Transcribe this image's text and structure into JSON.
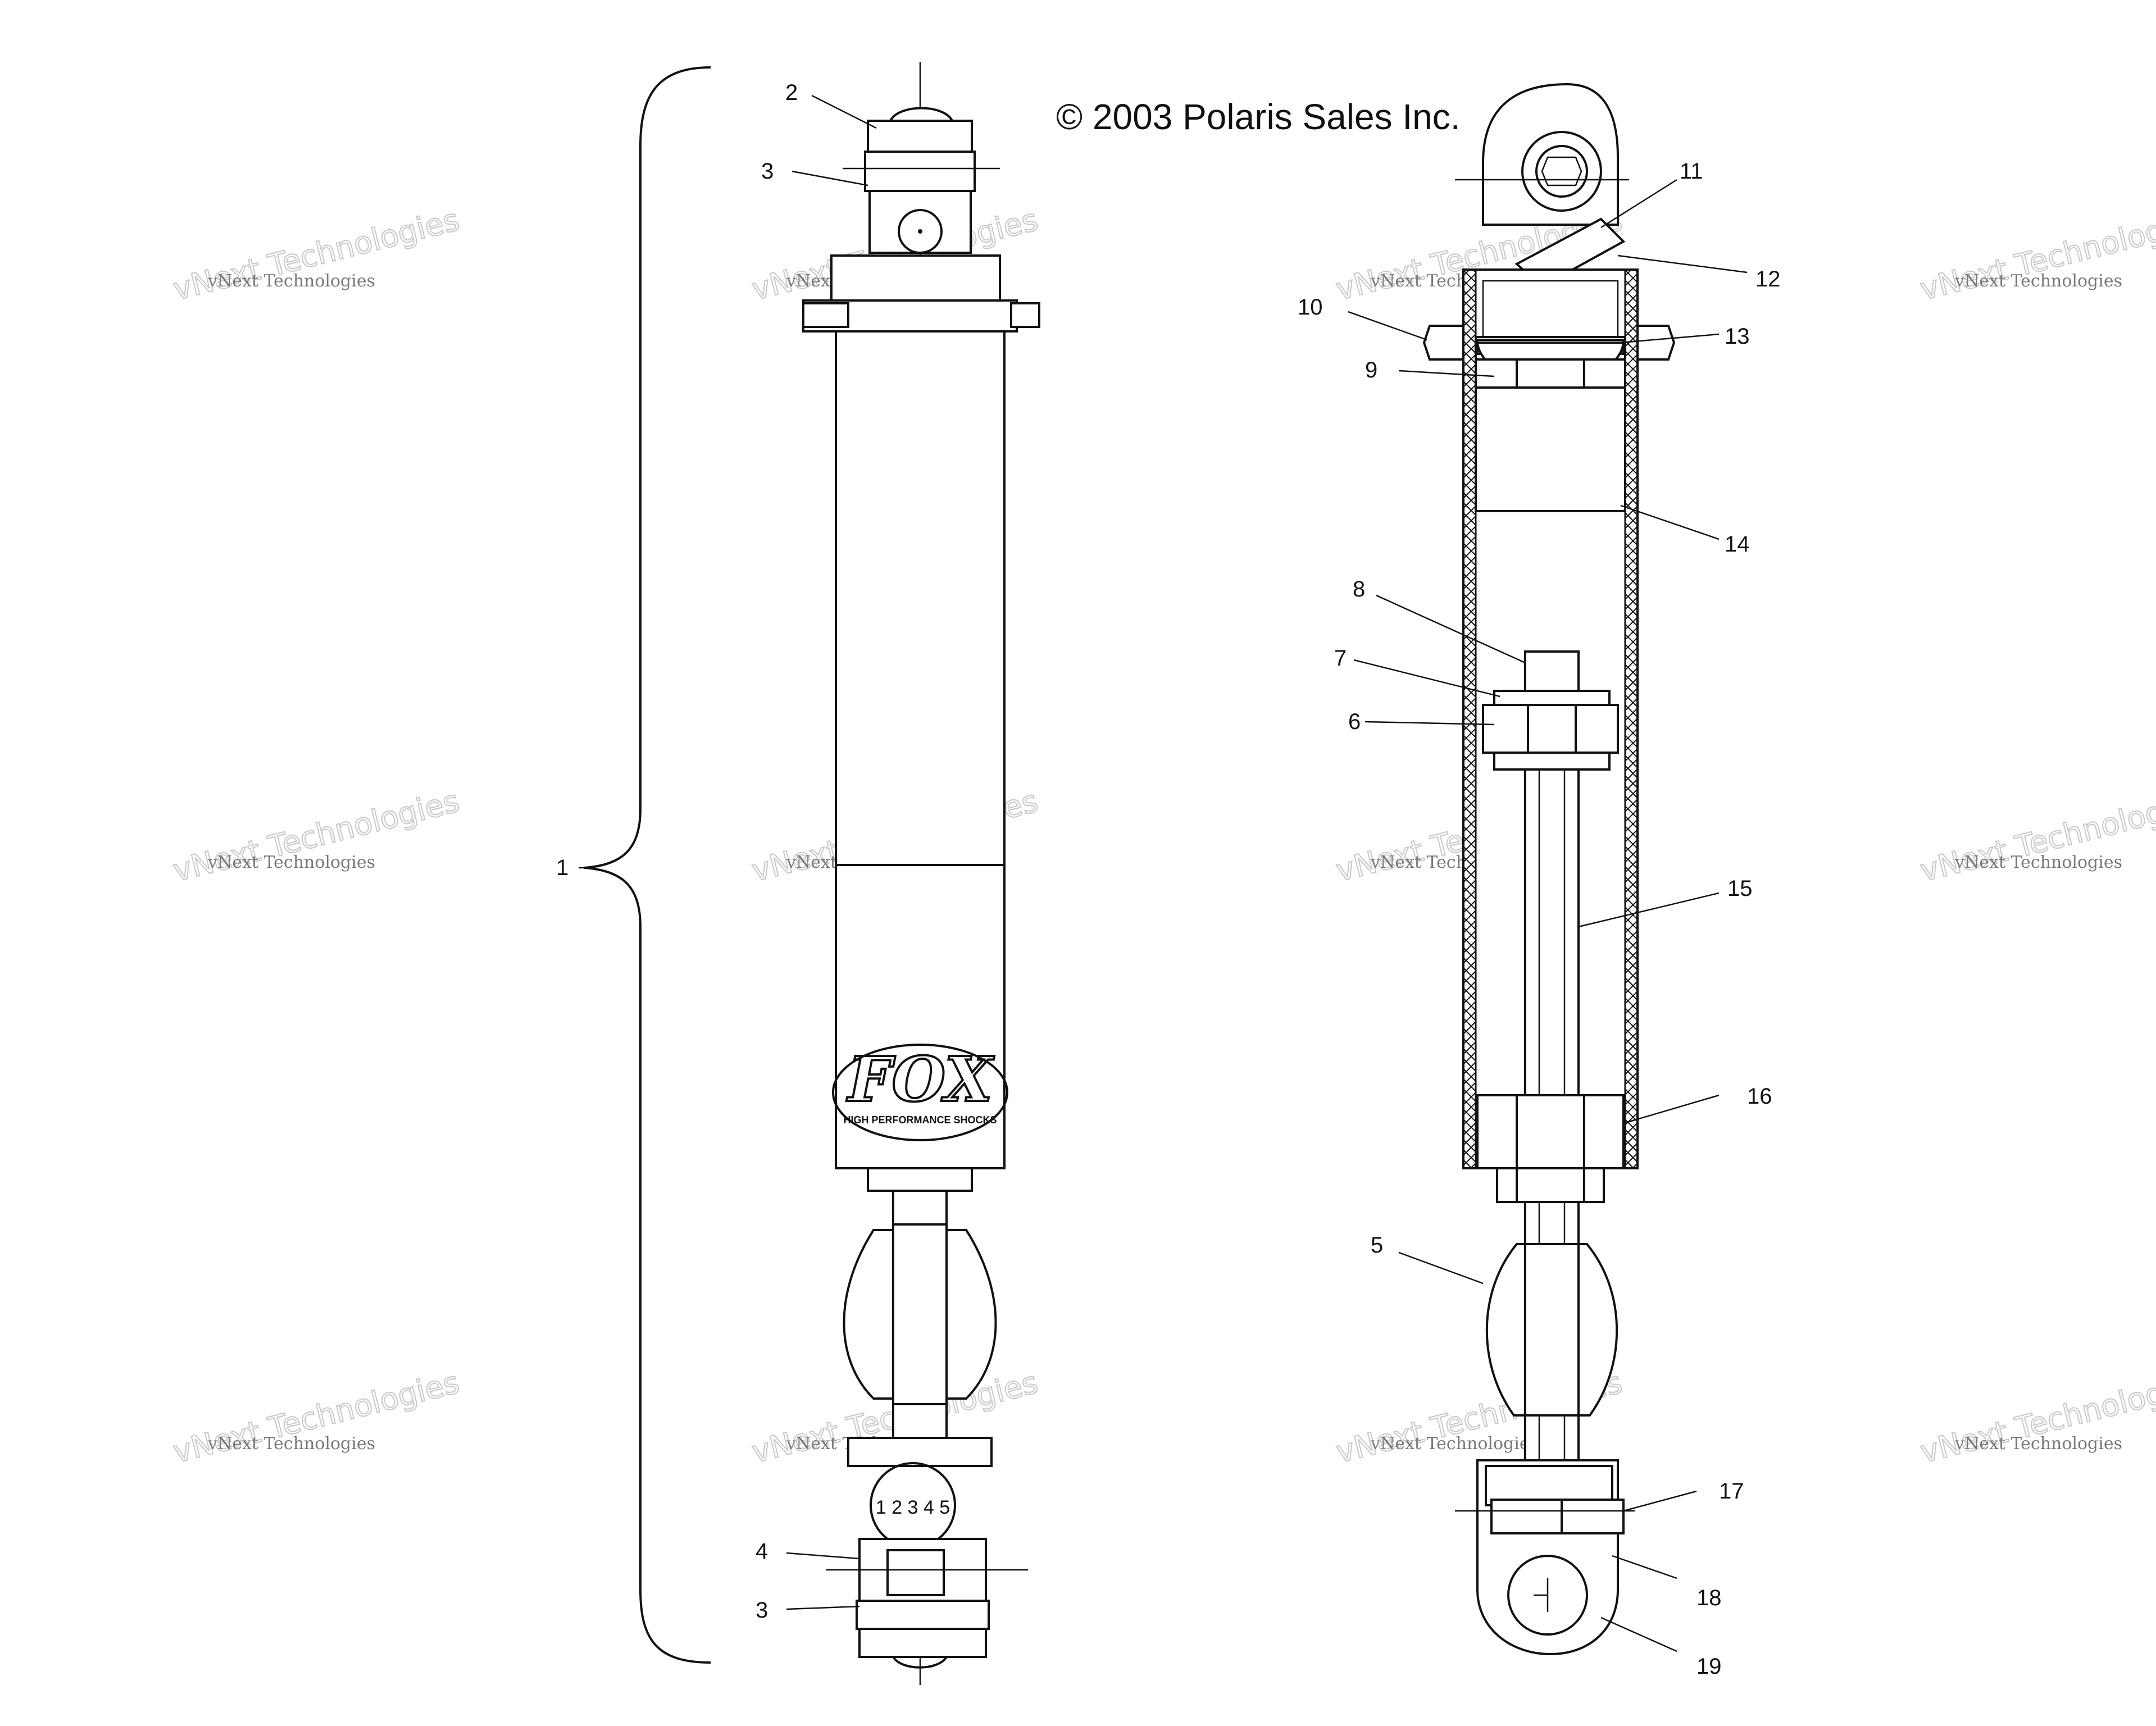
{
  "copyright": "© 2003 Polaris Sales Inc.",
  "logo_text": {
    "brand": "FOX",
    "tagline": "HIGH PERFORMANCE SHOCKS"
  },
  "adjuster_digits": "1 2 3 4 5",
  "callouts": {
    "c1": "1",
    "c2": "2",
    "c3a": "3",
    "c3b": "3",
    "c4": "4",
    "c5": "5",
    "c6": "6",
    "c7": "7",
    "c8": "8",
    "c9": "9",
    "c10": "10",
    "c11": "11",
    "c12": "12",
    "c13": "13",
    "c14": "14",
    "c15": "15",
    "c16": "16",
    "c17": "17",
    "c18": "18",
    "c19": "19"
  },
  "watermark": {
    "line1": "vNext Technologies",
    "line2": "vNext Technologies"
  },
  "colors": {
    "ink": "#111111",
    "watermark": "#c8c8c8"
  }
}
